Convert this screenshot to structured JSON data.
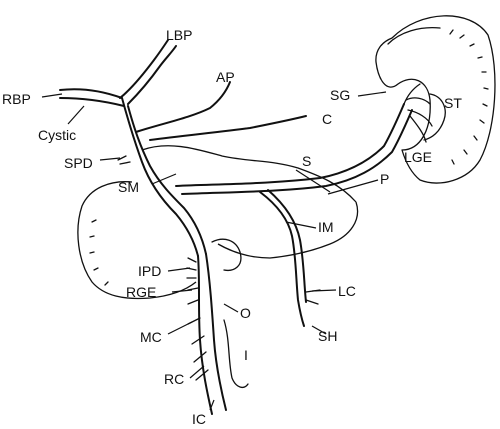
{
  "labels": {
    "lbp": "LBP",
    "ap": "AP",
    "rbp": "RBP",
    "cystic": "Cystic",
    "c": "C",
    "spd": "SPD",
    "sm": "SM",
    "s": "S",
    "sg": "SG",
    "st": "ST",
    "lge": "LGE",
    "p": "P",
    "im": "IM",
    "ipd": "IPD",
    "rge": "RGE",
    "lc": "LC",
    "o": "O",
    "sh": "SH",
    "mc": "MC",
    "i": "I",
    "rc": "RC",
    "ic": "IC"
  }
}
